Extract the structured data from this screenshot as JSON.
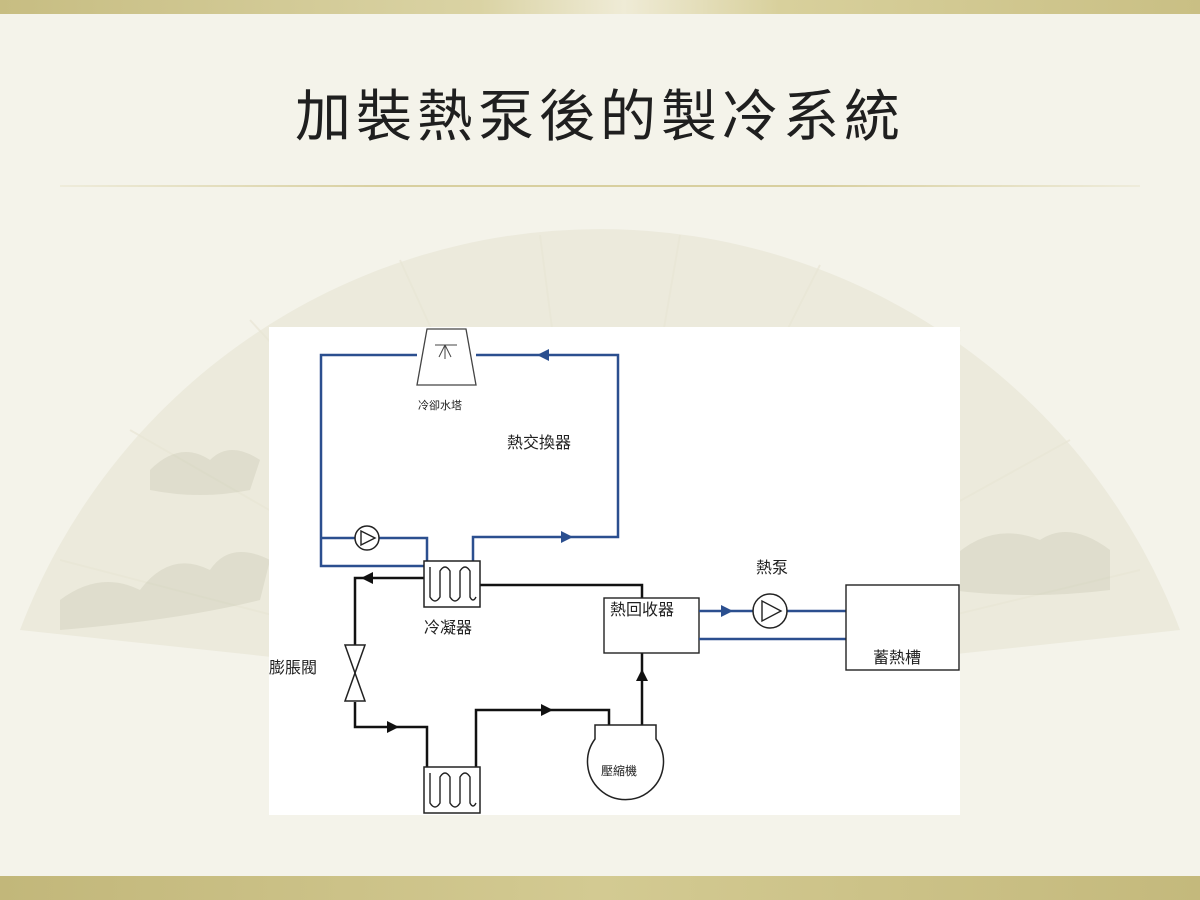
{
  "slide": {
    "title": "加裝熱泵後的製冷系統"
  },
  "diagram": {
    "cooling_tower": "冷卻水塔",
    "heat_exchanger": "熱交換器",
    "condenser": "冷凝器",
    "expansion_valve": "膨脹閥",
    "heat_recovery_unit": "熱回收器",
    "heat_pump": "熱泵",
    "heat_storage_tank": "蓄熱槽",
    "compressor": "壓縮機"
  },
  "colors": {
    "water_loop": "#2b4f8f",
    "refrigerant_loop": "#111111",
    "accent_gold": "#c9bf84"
  }
}
